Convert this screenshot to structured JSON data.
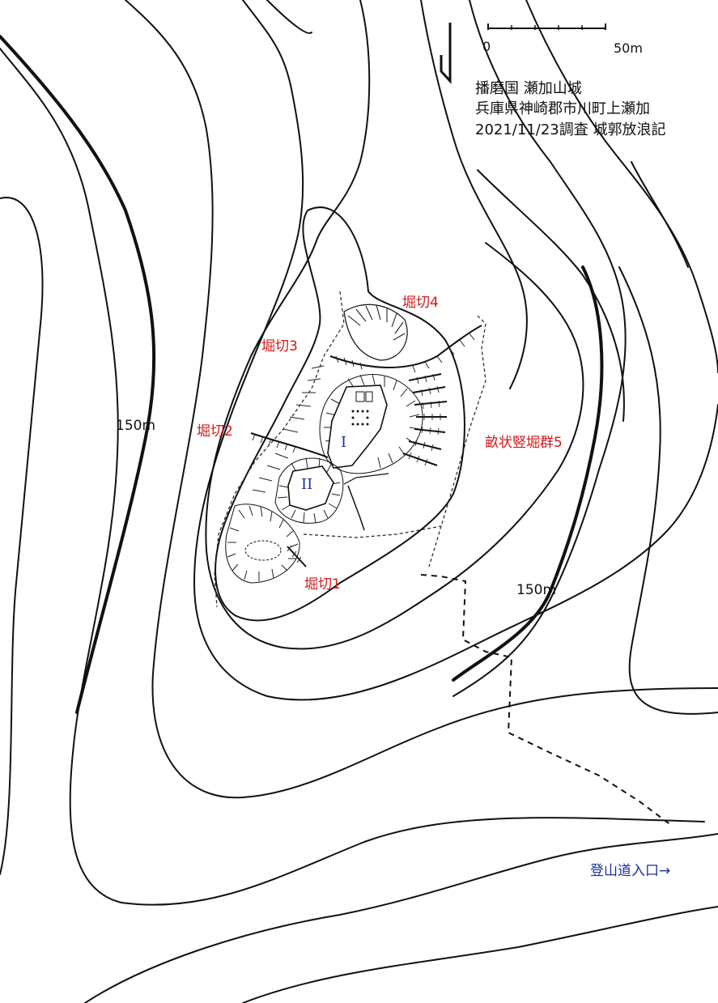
{
  "scale": {
    "zero": "0",
    "fifty": "50m"
  },
  "title": {
    "line1": "播磨国 瀬加山城",
    "line2": "兵庫県神崎郡市川町上瀬加",
    "line3": "2021/11/23調査 城郭放浪記"
  },
  "contours": {
    "label_left": "150m",
    "label_right": "150m"
  },
  "features": {
    "horikiri1": "堀切1",
    "horikiri2": "堀切2",
    "horikiri3": "堀切3",
    "horikiri4": "堀切4",
    "tatebori5": "畝状竪堀群5",
    "kuruwa1": "I",
    "kuruwa2": "II"
  },
  "trail_entrance": "登山道入口→",
  "colors": {
    "feature_label": "#d11a1a",
    "kuruwa_label": "#1a2f9e",
    "line": "#111111"
  }
}
